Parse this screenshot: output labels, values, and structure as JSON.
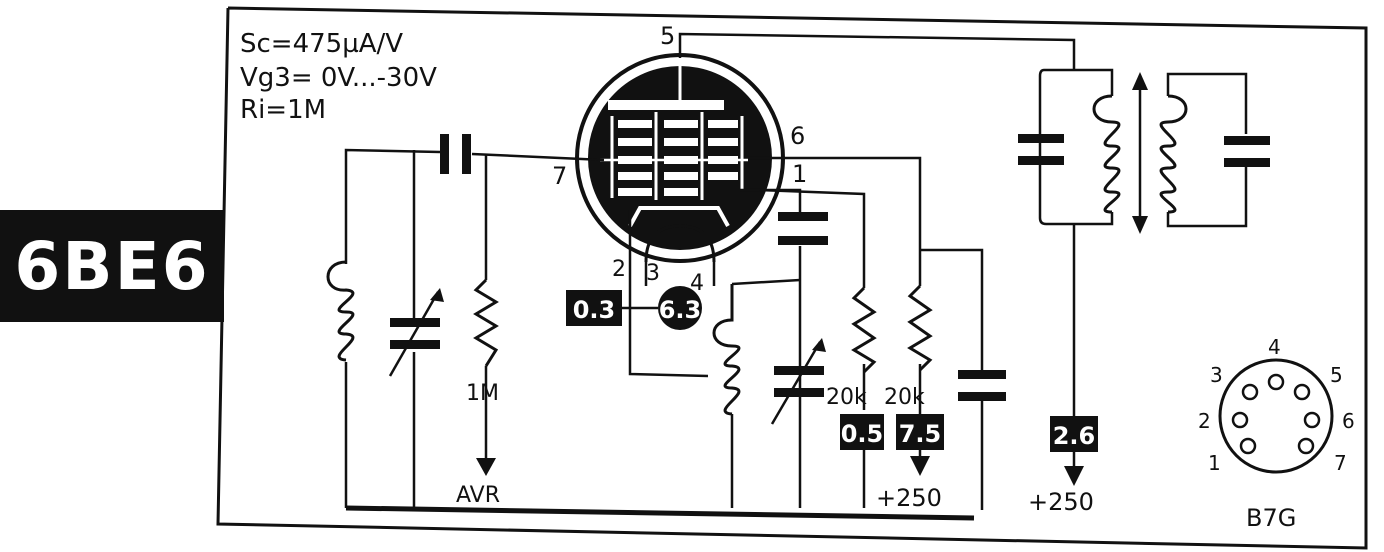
{
  "tube_name": "6BE6",
  "specs": {
    "line1": "Sc=475µA/V",
    "line2": "Vg3=  0V...-30V",
    "line3": "Ri=1M"
  },
  "pins": {
    "p1": "1",
    "p2": "2",
    "p3": "3",
    "p4": "4",
    "p5": "5",
    "p6": "6",
    "p7": "7"
  },
  "values": {
    "heater_current": "0.3",
    "heater_voltage": "6.3",
    "grid_resistor": "1M",
    "avr_label": "AVR",
    "r1": "20k",
    "r2": "20k",
    "i_cathode": "0.5",
    "i_screen": "7.5",
    "i_anode": "2.6",
    "supply1": "+250",
    "supply2": "+250"
  },
  "socket": {
    "type": "B7G",
    "pins": [
      "1",
      "2",
      "3",
      "4",
      "5",
      "6",
      "7"
    ]
  }
}
